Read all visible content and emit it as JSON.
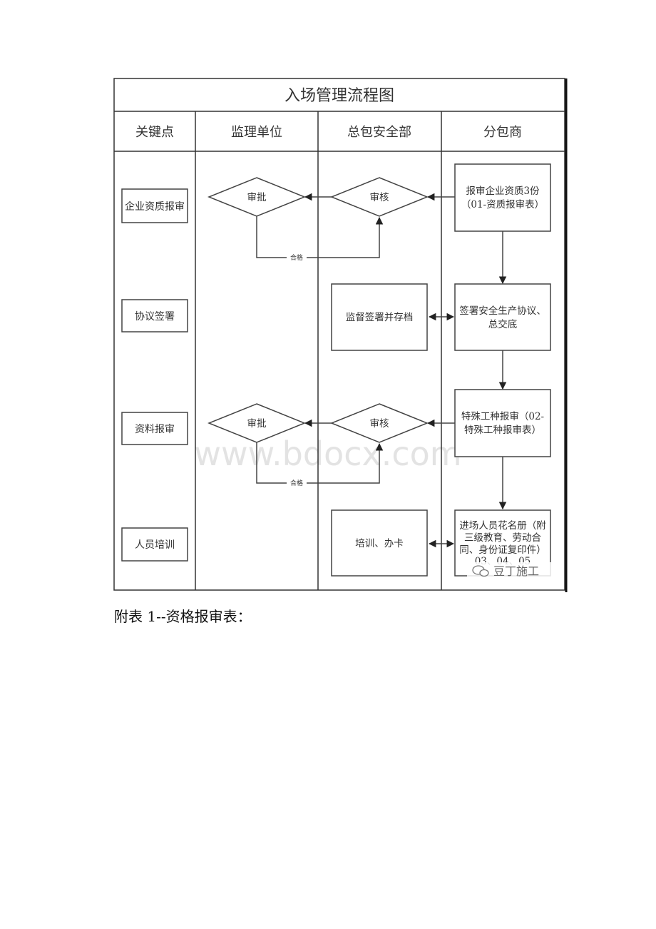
{
  "title": "入场管理流程图",
  "columns": [
    "关键点",
    "监理单位",
    "总包安全部",
    "分包商"
  ],
  "key_points": [
    "企业资质报审",
    "协议签署",
    "资料报审",
    "人员培训"
  ],
  "decisions": {
    "approve1": "审批",
    "review1": "审核",
    "approve2": "审批",
    "review2": "审核"
  },
  "pass_labels": [
    "合格",
    "合格"
  ],
  "boxes": {
    "sub1": [
      "报审企业资质3份",
      "（01-资质报审表）"
    ],
    "sub2": [
      "签署安全生产协议、",
      "总交底"
    ],
    "sub3": [
      "特殊工种报审（02-",
      "特殊工种报审表）"
    ],
    "sub4": [
      "进场人员花名册（附",
      "三级教育、劳动合",
      "同、身份证复印件）",
      "03、04、05"
    ],
    "gen2": "监督签署并存档",
    "gen4": "培训、办卡"
  },
  "watermark": "www.bdocx.com",
  "logo": "豆丁施工",
  "caption": "附表 1--资格报审表："
}
